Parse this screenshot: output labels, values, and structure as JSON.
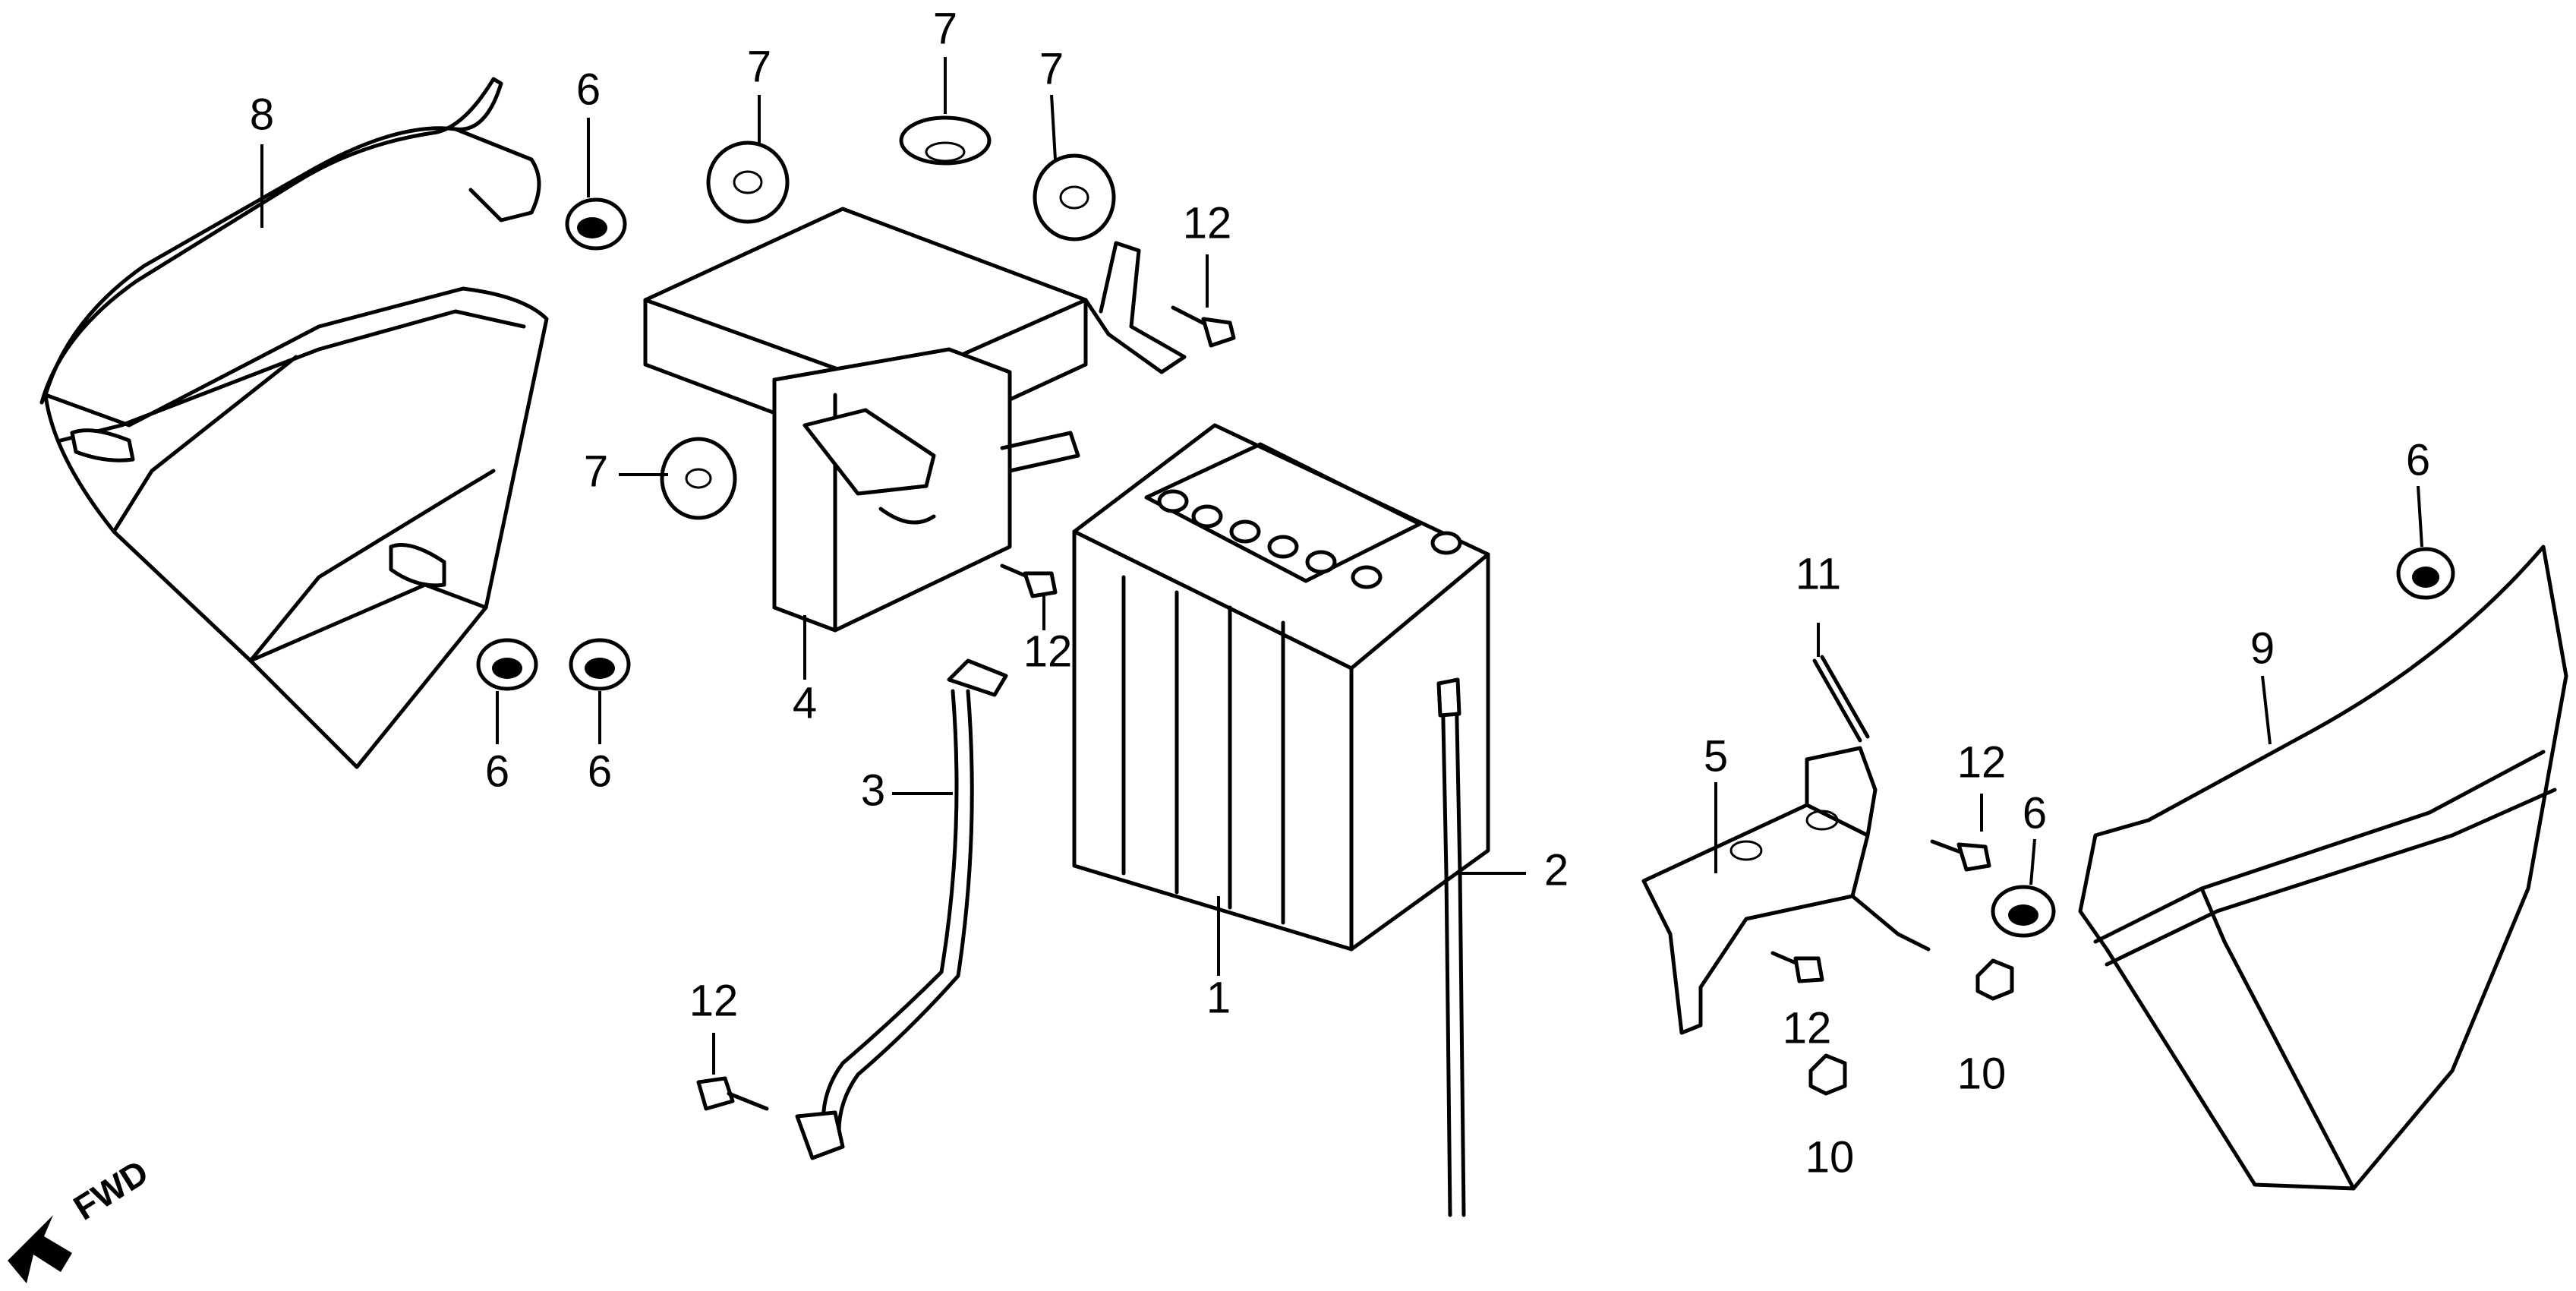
{
  "diagram": {
    "orientation_label": "FWD",
    "parts": [
      {
        "id": "battery",
        "callout": "1"
      },
      {
        "id": "breather-tube",
        "callout": "2"
      },
      {
        "id": "ground-cable",
        "callout": "3"
      },
      {
        "id": "battery-box",
        "callout": "4"
      },
      {
        "id": "right-bracket",
        "callout": "5"
      },
      {
        "id": "grommet-a",
        "callout": "6"
      },
      {
        "id": "grommet-b",
        "callout": "6"
      },
      {
        "id": "grommet-c",
        "callout": "6"
      },
      {
        "id": "grommet-d",
        "callout": "6"
      },
      {
        "id": "grommet-e",
        "callout": "6"
      },
      {
        "id": "cushion-a",
        "callout": "7"
      },
      {
        "id": "cushion-b",
        "callout": "7"
      },
      {
        "id": "cushion-c",
        "callout": "7"
      },
      {
        "id": "cushion-d",
        "callout": "7"
      },
      {
        "id": "left-side-cover",
        "callout": "8"
      },
      {
        "id": "right-side-cover",
        "callout": "9"
      },
      {
        "id": "nut-a",
        "callout": "10"
      },
      {
        "id": "nut-b",
        "callout": "10"
      },
      {
        "id": "pin",
        "callout": "11"
      },
      {
        "id": "bolt-a",
        "callout": "12"
      },
      {
        "id": "bolt-b",
        "callout": "12"
      },
      {
        "id": "bolt-c",
        "callout": "12"
      },
      {
        "id": "bolt-d",
        "callout": "12"
      },
      {
        "id": "bolt-e",
        "callout": "12"
      }
    ]
  }
}
